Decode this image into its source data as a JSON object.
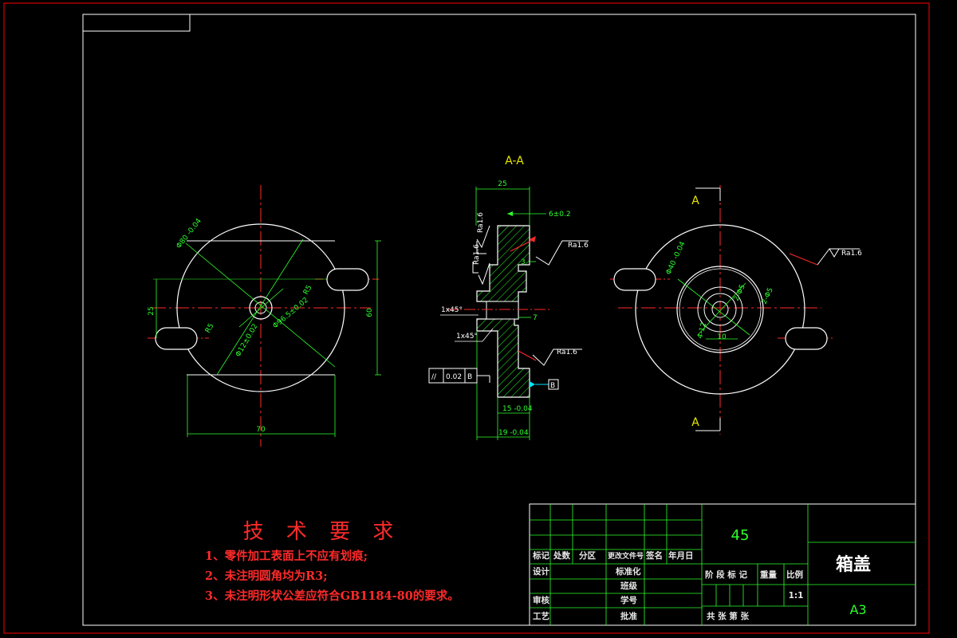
{
  "section": {
    "title": "A-A",
    "cut_label_top": "A",
    "cut_label_bottom": "A"
  },
  "roughness": {
    "ra": "Ra1.6"
  },
  "chamfer": {
    "left_1": "1x45°",
    "left_2": "1x45°"
  },
  "tolerance_frame": {
    "symbol": "//",
    "value": "0.02",
    "datum": "B"
  },
  "datum_label": "B",
  "dimensions": {
    "front_width": "70",
    "front_height": "60",
    "front_left_25": "25",
    "front_slot_r": "R5",
    "front_slot_r2": "R5",
    "front_dia_96": "Φ96.5±0.02",
    "front_dia_12": "Φ12±0.02",
    "front_dia_80": "Φ80 -0.04",
    "sec_top_25": "25",
    "sec_top_6": "6±0.2",
    "sec_right_3": "3",
    "sec_right_7": "7",
    "sec_bottom_15": "15 -0.04",
    "sec_bottom_19": "19 -0.04",
    "side_dia_40": "Φ40 -0.04",
    "side_2_35": "2-Φ5",
    "side_2_85": "2-Φ5",
    "side_4_12": "4-12",
    "side_10": "10"
  },
  "requirements": {
    "title": "技 术 要 求",
    "items": [
      "1、零件加工表面上不应有划痕;",
      "2、未注明圆角均为R3;",
      "3、未注明形状公差应符合GB1184-80的要求。"
    ]
  },
  "title_block": {
    "material": "45",
    "part_name": "箱盖",
    "sheet_size": "A3",
    "scale": "1:1",
    "row_labels": {
      "mark": "标记",
      "count": "处数",
      "zone": "分区",
      "change_doc": "更改文件号",
      "sign": "签名",
      "date": "年月日"
    },
    "design": "设计",
    "standardize": "标准化",
    "check": "审核",
    "craft": "工艺",
    "class": "班级",
    "student_no": "学号",
    "approve": "批准",
    "stage_mark": "阶 段 标 记",
    "weight": "重量",
    "ratio": "比例",
    "total_sheets": "共    张  第    张"
  },
  "colors": {
    "frame_red": "#ff0000",
    "line_white": "#ffffff",
    "dim_green": "#2dff2d",
    "center_red": "#ff2a2a",
    "hatch_green": "#2dff2d",
    "label_yellow": "#e8e800"
  }
}
